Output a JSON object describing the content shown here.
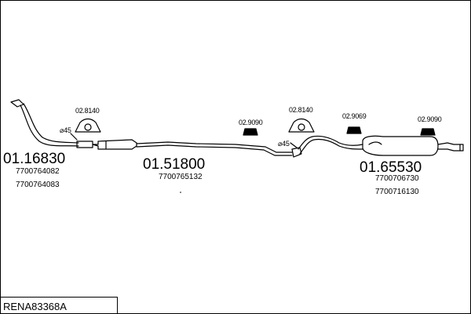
{
  "title": "RENA83368A",
  "sections": [
    {
      "part_number": "01.16830",
      "refs": [
        "7700764082",
        "7700764083"
      ]
    },
    {
      "part_number": "01.51800",
      "refs": [
        "7700765132"
      ]
    },
    {
      "part_number": "01.65530",
      "refs": [
        "7700706730",
        "7700716130"
      ]
    }
  ],
  "clamps": [
    {
      "code": "02.8140"
    },
    {
      "code": "02.9090"
    },
    {
      "code": "02.8140"
    },
    {
      "code": "02.9069"
    },
    {
      "code": "02.9090"
    }
  ],
  "diameter_labels": [
    "⌀45",
    "⌀45"
  ]
}
